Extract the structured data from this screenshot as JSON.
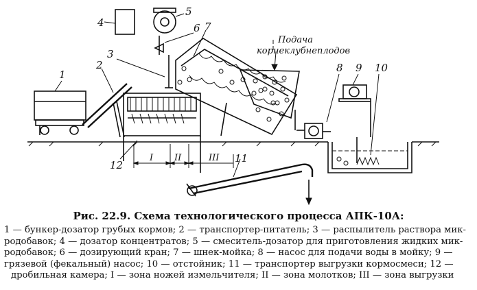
{
  "diagram": {
    "labels": {
      "l1": "1",
      "l2": "2",
      "l3": "3",
      "l4": "4",
      "l5": "5",
      "l6": "6",
      "l7": "7",
      "l8": "8",
      "l9": "9",
      "l10": "10",
      "l11": "11",
      "l12": "12",
      "zone1": "I",
      "zone2": "II",
      "zone3": "III"
    },
    "feed_note": [
      "Подача",
      "корнеклубнеплодов"
    ]
  },
  "caption": {
    "title": "Рис. 22.9. Схема технологического процесса АПК-10А:",
    "lines": [
      "1 — бункер-дозатор грубых кормов; 2 — транспортер-питатель; 3 — распылитель раствора мик-",
      "родобавок; 4 — дозатор концентратов; 5 — смеситель-дозатор для приготовления жидких мик-",
      "родобавок; 6 — дозирующий кран; 7 — шнек-мойка; 8 — насос для подачи воды в мойку; 9 —",
      "грязевой (фекальный) насос; 10 — отстойник; 11 — транспортер выгрузки кормосмеси; 12 —",
      "дробильная камера; I — зона ножей измельчителя; II — зона молотков; III — зона выгрузки"
    ]
  }
}
